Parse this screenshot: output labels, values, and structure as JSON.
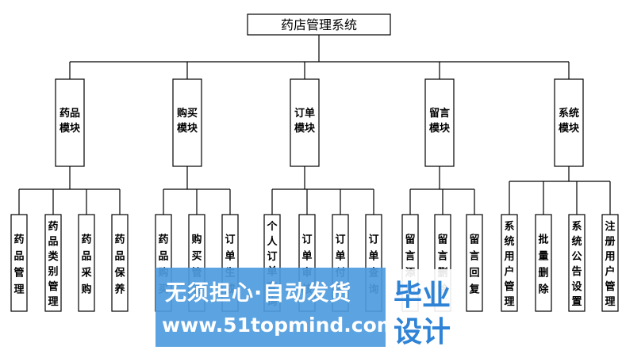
{
  "root": {
    "label": "药店管理系统"
  },
  "modules": [
    {
      "label": "药品模块",
      "children": [
        "药品管理",
        "药品类别管理",
        "药品采购",
        "药品保养"
      ]
    },
    {
      "label": "购买模块",
      "children": [
        "药品购买",
        "购买管理",
        "订单生成"
      ]
    },
    {
      "label": "订单模块",
      "children": [
        "个人订单查询",
        "订单审核",
        "订单付款",
        "订单查询"
      ]
    },
    {
      "label": "留言模块",
      "children": [
        "留言添加",
        "留言删除",
        "留言回复"
      ]
    },
    {
      "label": "系统模块",
      "children": [
        "系统用户管理",
        "批量删除",
        "系统公告设置",
        "注册用户管理"
      ]
    }
  ],
  "watermark": {
    "line1": "无须担心·自动发货",
    "line2": "www.51topmind.com",
    "right_top": "毕业",
    "right_bottom": "设计"
  }
}
